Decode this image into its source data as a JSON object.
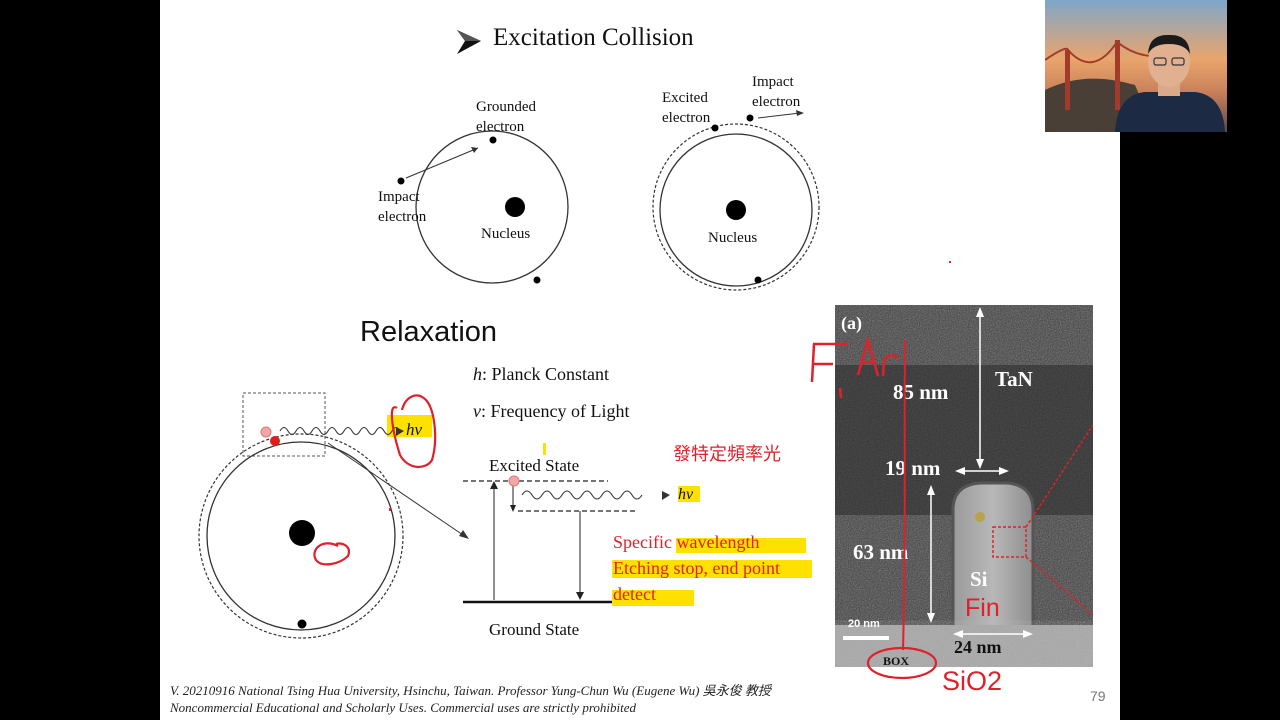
{
  "slide": {
    "title": "Excitation Collision",
    "page_number": "79",
    "footer_line1": "V. 20210916 National Tsing Hua University, Hsinchu, Taiwan. Professor Yung-Chun Wu (Eugene Wu) 吳永俊 教授",
    "footer_line2": "Noncommercial Educational and Scholarly Uses. Commercial uses are strictly prohibited"
  },
  "collision": {
    "left": {
      "grounded": "Grounded",
      "electron": "electron",
      "impact": "Impact",
      "impact_electron": "electron",
      "nucleus": "Nucleus"
    },
    "right": {
      "excited": "Excited",
      "electron": "electron",
      "impact": "Impact",
      "impact_electron": "electron",
      "nucleus": "Nucleus"
    }
  },
  "relaxation": {
    "heading": "Relaxation",
    "h_symbol": "h",
    "h_def": ": Planck Constant",
    "nu_symbol": "ν",
    "nu_def": ": Frequency of Light",
    "hv": "hν",
    "excited_state": "Excited State",
    "ground_state": "Ground State",
    "chinese_note": "發特定頻率光",
    "red_line1": "Specific wavelength",
    "red_line2": "Etching stop, end point",
    "red_line3": "detect"
  },
  "tem": {
    "panel_label": "(a)",
    "tan": "TaN",
    "nm85": "85 nm",
    "nm19": "19 nm",
    "nm63": "63 nm",
    "si": "Si",
    "nm20": "20 nm",
    "nm24": "24 nm",
    "box": "BOX"
  },
  "annotations": {
    "fin": "Fin",
    "sio2": "SiO2"
  },
  "colors": {
    "annotation_red": "#e0202a",
    "highlight": "#ffe100"
  }
}
